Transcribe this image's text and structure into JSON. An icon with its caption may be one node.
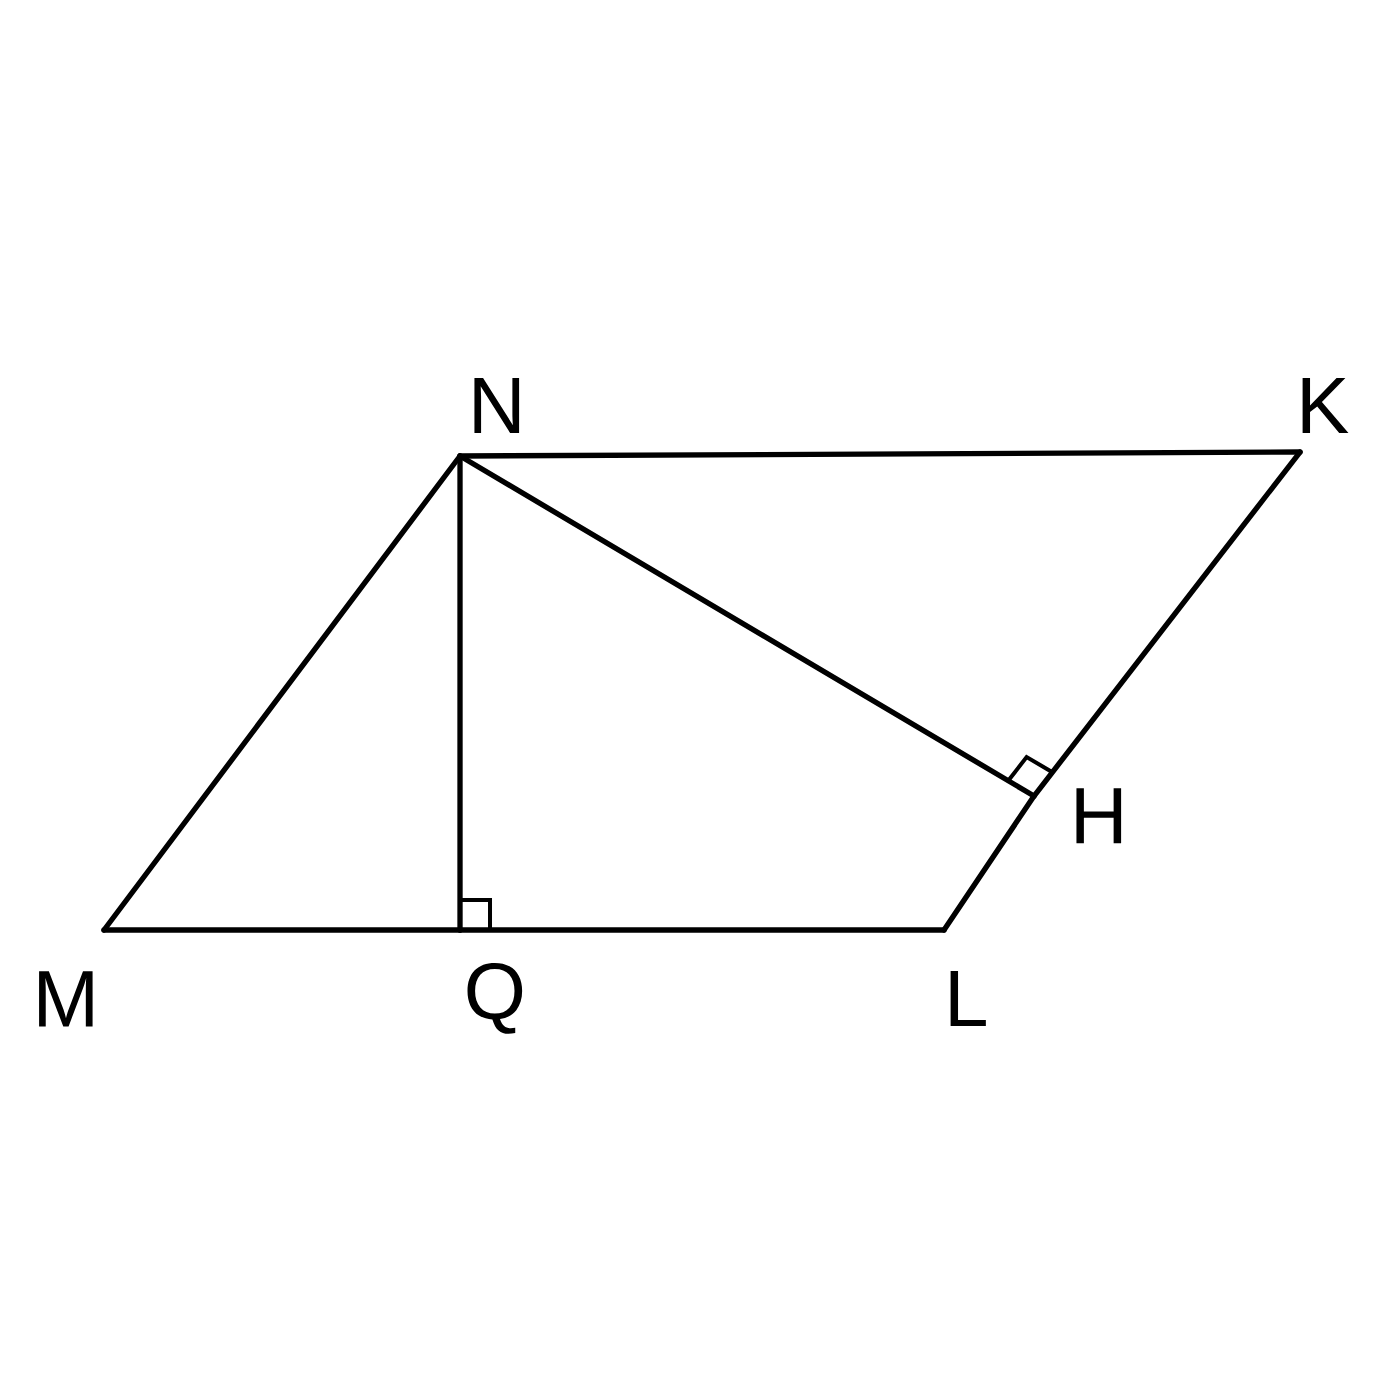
{
  "diagram": {
    "nodes": [
      {
        "text": [
          "N"
        ]
      },
      {
        "text": [
          "K"
        ]
      },
      {
        "text": [
          "H"
        ]
      },
      {
        "text": [
          "M"
        ]
      },
      {
        "text": [
          "Q"
        ]
      },
      {
        "text": [
          "L"
        ]
      }
    ],
    "edges": [
      {
        "from": 3,
        "to": 0,
        "arrow": "none"
      },
      {
        "from": 0,
        "to": 1,
        "arrow": "none"
      },
      {
        "from": 1,
        "to": 2,
        "arrow": "none"
      },
      {
        "from": 2,
        "to": 5,
        "arrow": "none"
      },
      {
        "from": 5,
        "to": 4,
        "arrow": "none"
      },
      {
        "from": 4,
        "to": 3,
        "arrow": "none"
      },
      {
        "from": 0,
        "to": 4,
        "arrow": "none"
      },
      {
        "from": 0,
        "to": 2,
        "arrow": "none"
      }
    ]
  }
}
